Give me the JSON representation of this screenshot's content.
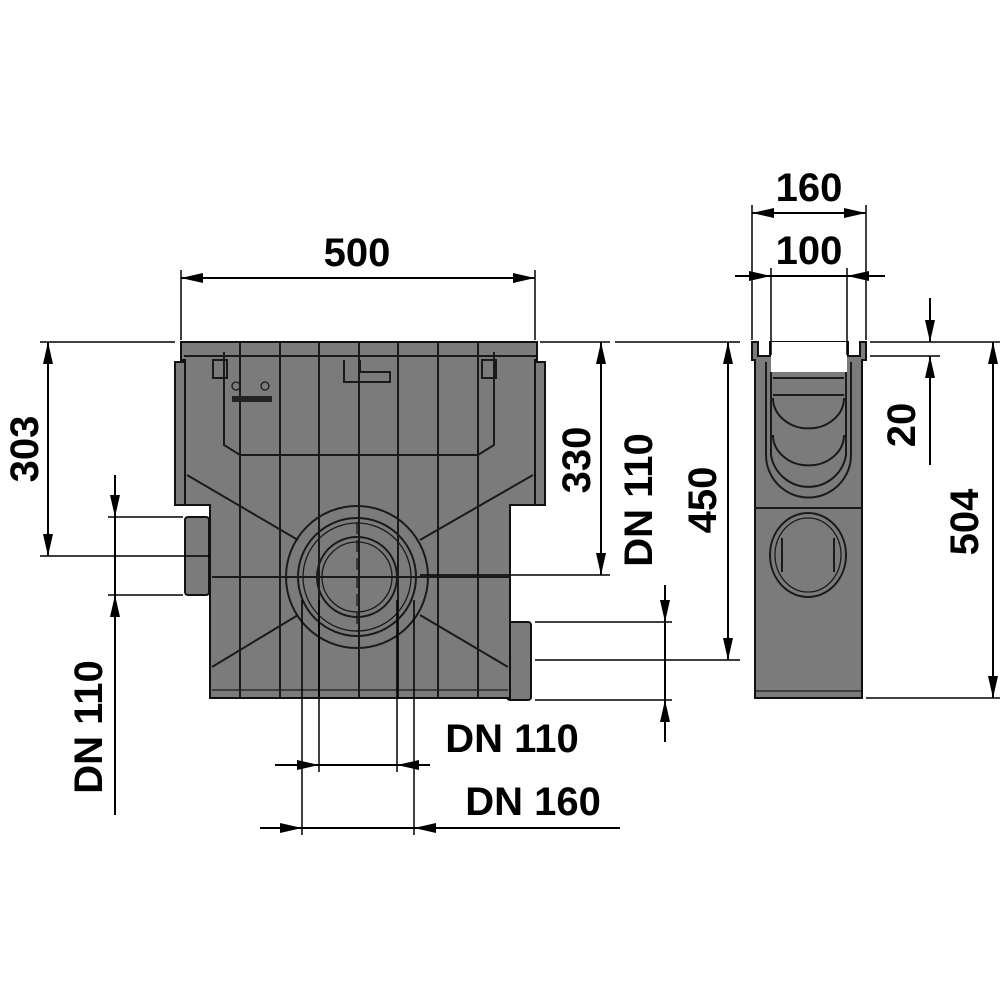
{
  "drawing": {
    "colors": {
      "body": "#7b7b7b",
      "line": "#000000"
    },
    "dimensions": {
      "front_width": "500",
      "side_outer_width": "160",
      "side_inner_width": "100",
      "front_upper_height": "303",
      "front_outlet_height": "330",
      "right_pipe": "DN 110",
      "front_total_height": "450",
      "rim_height": "20",
      "side_total_height": "504",
      "left_pipe": "DN 110",
      "center_inner": "DN 110",
      "center_outer": "DN 160"
    }
  }
}
